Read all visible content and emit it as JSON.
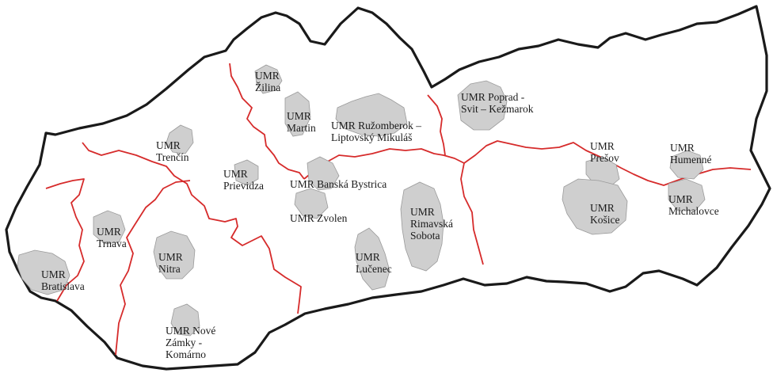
{
  "map": {
    "country": "Slovakia",
    "colors": {
      "country_outline": "#1a1a1a",
      "region_borders": "#d62b2b",
      "urban_areas": "#cfcfcf",
      "background": "#ffffff"
    }
  },
  "labels": {
    "zilina": [
      "UMR",
      "Žilina"
    ],
    "martin": [
      "UMR",
      "Martin"
    ],
    "ruzomberok": [
      "UMR Ružomberok –",
      "Liptovský Mikuláš"
    ],
    "poprad": [
      "UMR Poprad -",
      "Svit – Kežmarok"
    ],
    "trencin": [
      "UMR",
      "Trenčín"
    ],
    "prievidza": [
      "UMR",
      "Prievidza"
    ],
    "banska_bystrica": [
      "UMR Banská Bystrica"
    ],
    "zvolen": [
      "UMR Zvolen"
    ],
    "presov": [
      "UMR",
      "Prešov"
    ],
    "humenne": [
      "UMR",
      "Humenné"
    ],
    "michalovce": [
      "UMR",
      "Michalovce"
    ],
    "kosice": [
      "UMR",
      "Košice"
    ],
    "rimavska_sobota": [
      "UMR",
      "Rimavská",
      "Sobota"
    ],
    "trnava": [
      "UMR",
      "Trnava"
    ],
    "nitra": [
      "UMR",
      "Nitra"
    ],
    "lucenec": [
      "UMR",
      "Lučenec"
    ],
    "bratislava": [
      "UMR",
      "Bratislava"
    ],
    "nove_zamky": [
      "UMR Nové",
      "Zámky -",
      "Komárno"
    ]
  }
}
